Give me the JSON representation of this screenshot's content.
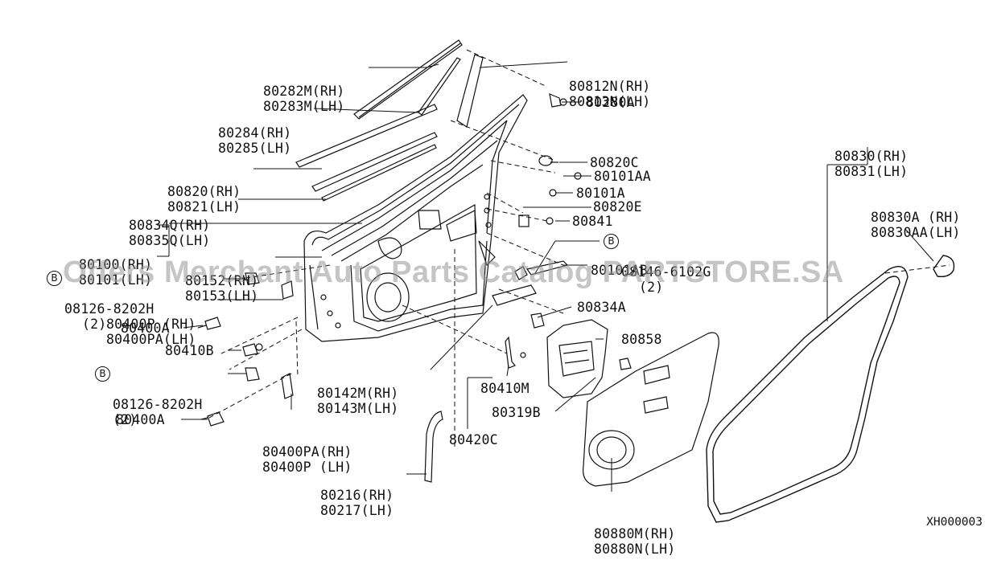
{
  "parts": {
    "p80282": [
      "80282M(RH)",
      "80283M(LH)"
    ],
    "p80812": [
      "80812N(RH)",
      "80813N(LH)"
    ],
    "p80280A": "80280A",
    "p80284": [
      "80284(RH)",
      "80285(LH)"
    ],
    "p80820": [
      "80820(RH)",
      "80821(LH)"
    ],
    "p80820C": "80820C",
    "p80101AA": "80101AA",
    "p80834Q": [
      "80834Q(RH)",
      "80835Q(LH)"
    ],
    "p80101A": "80101A",
    "p80820E": "80820E",
    "p80841": "80841",
    "p80100": [
      "80100(RH)",
      "80101(LH)"
    ],
    "p80152": [
      "80152(RH)",
      "80153(LH)"
    ],
    "p08146": [
      "08146-6102G",
      "(2)"
    ],
    "p80101AB": "80101AB",
    "p08126a": [
      "08126-8202H",
      "(2)"
    ],
    "p80400P": [
      "80400P (RH)",
      "80400PA(LH)"
    ],
    "p80400A_1": "80400A",
    "p80834A": "80834A",
    "p80858": "80858",
    "p80410B": "80410B",
    "p80142M": [
      "80142M(RH)",
      "80143M(LH)"
    ],
    "p08126b": [
      "08126-8202H",
      "(2)"
    ],
    "p80410M": "80410M",
    "p80319B": "80319B",
    "p80400A_2": "80400A",
    "p80400PA": [
      "80400PA(RH)",
      "80400P (LH)"
    ],
    "p80420C": "80420C",
    "p80216": [
      "80216(RH)",
      "80217(LH)"
    ],
    "p80880M": [
      "80880M(RH)",
      "80880N(LH)"
    ],
    "p80830": [
      "80830(RH)",
      "80831(LH)"
    ],
    "p80830A": [
      "80830A (RH)",
      "80830AA(LH)"
    ]
  },
  "bolt_marker": "B",
  "watermark": "Offers Merchant Auto Parts Catalog PARTSTORE.SA",
  "diagram_code": "XH000003"
}
